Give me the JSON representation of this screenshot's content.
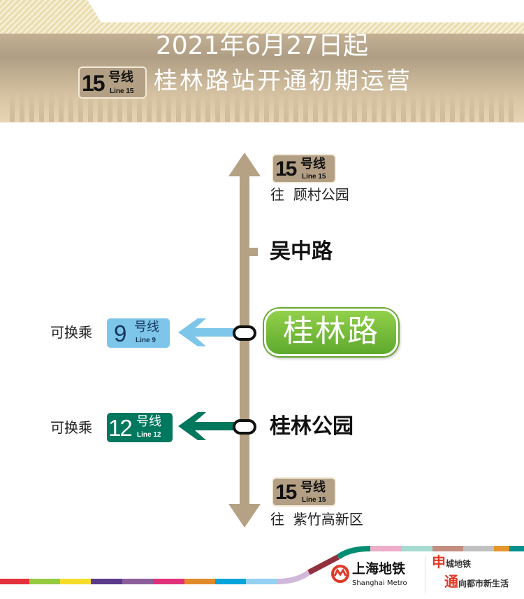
{
  "header": {
    "date_line": "2021年6月27日起",
    "headline": "桂林路站开通初期运营"
  },
  "line15_badge": {
    "number": "15",
    "suffix": "号线",
    "english": "Line 15",
    "color": "#b29f84"
  },
  "diagram": {
    "north": {
      "direction_prefix": "往",
      "terminus": "顾村公园"
    },
    "south": {
      "direction_prefix": "往",
      "terminus": "紫竹高新区"
    },
    "stations": [
      {
        "name": "吴中路"
      },
      {
        "name": "桂林路",
        "current": true
      },
      {
        "name": "桂林公园"
      }
    ],
    "transfers": [
      {
        "label": "可换乘",
        "number": "9",
        "suffix": "号线",
        "english": "Line 9",
        "color": "#7ec5ea"
      },
      {
        "label": "可换乘",
        "number": "12",
        "suffix": "号线",
        "english": "Line 12",
        "color": "#00785e"
      }
    ]
  },
  "footer": {
    "logo_cn": "上海地铁",
    "logo_en": "Shanghai Metro",
    "slogan_line1_big": "申",
    "slogan_line1": "城地铁",
    "slogan_line2_big": "通",
    "slogan_line2": "向都市新生活"
  }
}
